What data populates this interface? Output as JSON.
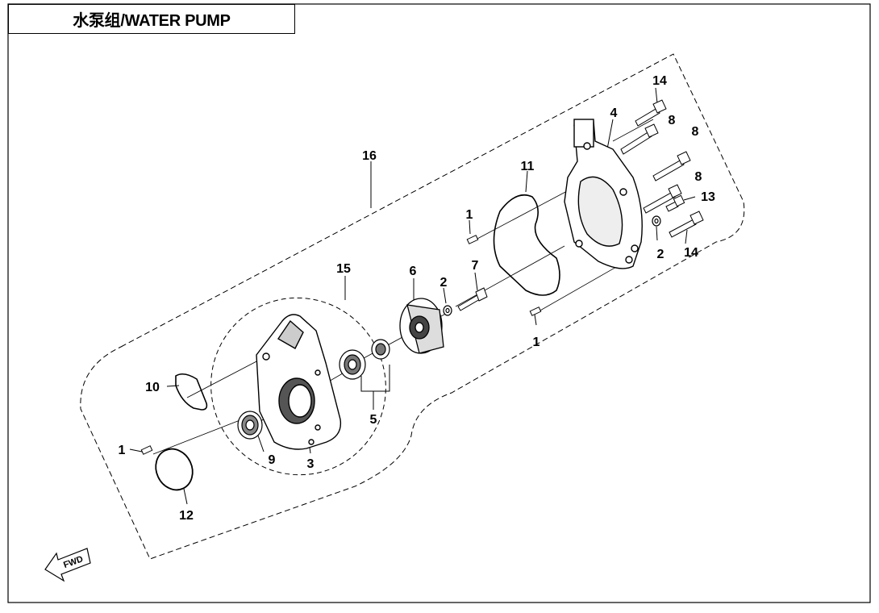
{
  "title": "水泵组/WATER PUMP",
  "fwd_label": "FWD",
  "callouts": [
    "14",
    "4",
    "8",
    "8",
    "8",
    "13",
    "14",
    "2",
    "16",
    "11",
    "1",
    "7",
    "2",
    "6",
    "15",
    "1",
    "10",
    "5",
    "9",
    "3",
    "1",
    "12"
  ]
}
